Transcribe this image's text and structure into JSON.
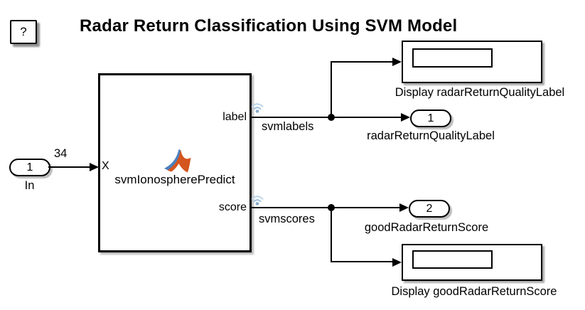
{
  "window": {
    "background": "#ffffff"
  },
  "annotations": {
    "title": "Radar Return Classification Using SVM Model",
    "help_button_label": "?"
  },
  "input": {
    "port_number": "1",
    "block_name": "In",
    "signal_dimension": "34"
  },
  "predict_block": {
    "block_name": "svmIonospherePredict",
    "input_port_label": "X",
    "output_port_labels": [
      "label",
      "score"
    ]
  },
  "signals": {
    "label_signal_name": "svmlabels",
    "score_signal_name": "svmscores"
  },
  "outputs": {
    "display_label_caption": "Display radarReturnQualityLabel",
    "outport_label_number": "1",
    "outport_label_caption": "radarReturnQualityLabel",
    "outport_score_number": "2",
    "outport_score_caption": "goodRadarReturnScore",
    "display_score_caption": "Display goodRadarReturnScore"
  },
  "icons": {
    "matlab_logo": "matlab-membrane-icon",
    "signal_logging_badge": "wireless-logging-icon"
  },
  "colors": {
    "line": "#000000",
    "block_border": "#000000",
    "logo_orange": "#d4551e",
    "logo_blue": "#4a80bd",
    "badge_blue": "#9dc1de",
    "shadow": "#b5b5b5"
  }
}
